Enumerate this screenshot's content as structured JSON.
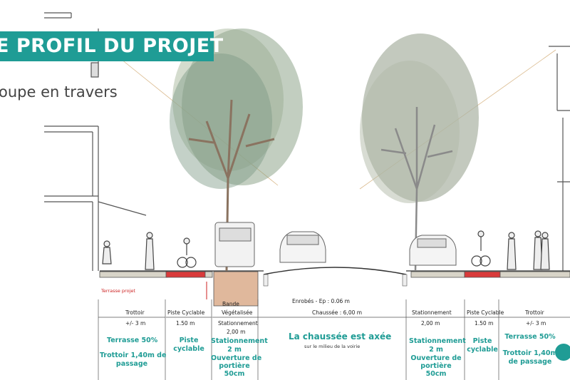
{
  "header": {
    "title": "E PROFIL DU PROJET",
    "subtitle": "oupe en travers"
  },
  "road": {
    "enrobes": "Enrobés - Ep : 0.06 m",
    "chaussee": "Chaussée : 6,00 m",
    "stationnement": "Stationnement",
    "stationnement_dim": "2,00 m",
    "main_label": "La chaussée est axée",
    "main_sublabel": "sur le milieu de la voirie"
  },
  "left": {
    "terrasse_projet": "Terrasse projet",
    "trottoir": "Trottoir",
    "trottoir_dim": "+/- 3 m",
    "piste": "Piste Cyclable",
    "piste_dim": "1.50 m",
    "bande": "Bande",
    "vegetalisee": "Végétalisée",
    "stationnement": "Stationnement",
    "stationnement_dim": "2,00 m",
    "terrasse_pct": "Terrasse 50%",
    "trottoir_passage_1": "Trottoir 1,40m de",
    "trottoir_passage_2": "passage",
    "piste_line1": "Piste",
    "piste_line2": "cyclable",
    "stat_line1": "Stationnement",
    "stat_line2": "2 m",
    "stat_line3": "Ouverture de",
    "stat_line4": "portière",
    "stat_line5": "50cm"
  },
  "right": {
    "trottoir": "Trottoir",
    "trottoir_dim": "+/- 3 m",
    "piste": "Piste Cyclable",
    "piste_dim": "1.50 m",
    "terrasse_pct": "Terrasse 50%",
    "trottoir_passage_1": "Trottoir 1,40m",
    "trottoir_passage_2": "de passage",
    "piste_line1": "Piste",
    "piste_line2": "cyclable",
    "stat_line1": "Stationnement",
    "stat_line2": "2 m",
    "stat_line3": "Ouverture de",
    "stat_line4": "portière",
    "stat_line5": "50cm"
  },
  "colors": {
    "teal": "#1f9c95",
    "bike_lane": "#d93a3a",
    "tree_green": "#8fa58c",
    "tree_grey": "#a9b2a2",
    "pavement": "#d6a98c"
  },
  "icons": {
    "logo": "city-logo-icon"
  }
}
